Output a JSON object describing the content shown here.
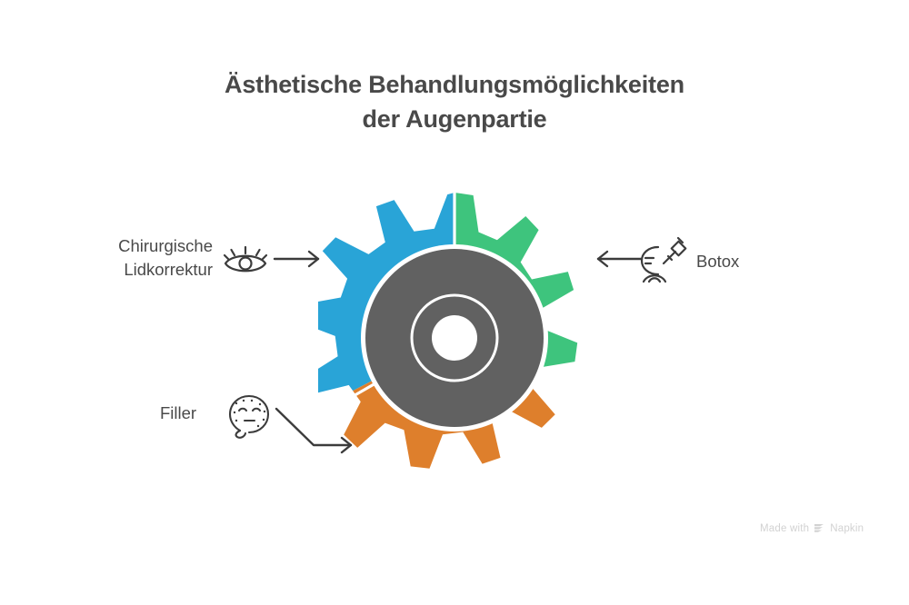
{
  "title": {
    "line1": "Ästhetische Behandlungsmöglichkeiten",
    "line2": "der Augenpartie",
    "color": "#494949"
  },
  "diagram": {
    "type": "gear-segments",
    "center_hub": {
      "name": "center-hub",
      "fill": "#616161",
      "inner_circle_fill": "#ffffff"
    },
    "segments": [
      {
        "id": "segment-lidkorrektur",
        "label": "Chirurgische Lidkorrektur",
        "label_line1": "Chirurgische",
        "label_line2": "Lidkorrektur",
        "color": "#29A4D7",
        "position": "upper-left",
        "icon": "eye-icon",
        "arrow": "arrow-right-icon"
      },
      {
        "id": "segment-botox",
        "label": "Botox",
        "color": "#3EC47D",
        "position": "upper-right",
        "icon": "syringe-face-icon",
        "arrow": "arrow-left-icon"
      },
      {
        "id": "segment-filler",
        "label": "Filler",
        "color": "#DE7F2C",
        "position": "bottom",
        "icon": "face-dots-icon",
        "arrow": "arrow-elbow-icon"
      }
    ]
  },
  "watermark": {
    "prefix": "Made with",
    "brand": "Napkin",
    "color": "#d2d2d2"
  }
}
